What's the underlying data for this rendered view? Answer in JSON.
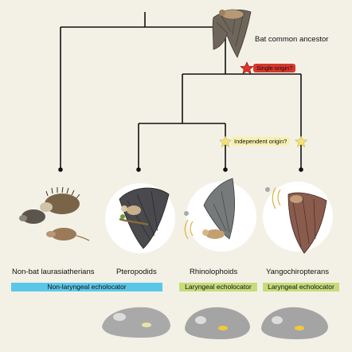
{
  "ancestor_label": "Bat common ancestor",
  "single_origin_label": "Single origin?",
  "independent_origin_label": "Independent origin?",
  "groups": [
    {
      "name": "Non-bat laurasiatherians"
    },
    {
      "name": "Pteropodids"
    },
    {
      "name": "Rhinolophoids"
    },
    {
      "name": "Yangochiropterans"
    }
  ],
  "echolocation_bars": [
    {
      "label": "Non-laryngeal echolocator",
      "color": "#5bc7e8"
    },
    {
      "label": "Laryngeal echolocator",
      "color": "#c6dc7a"
    },
    {
      "label": "Laryngeal echolocator",
      "color": "#c6dc7a"
    }
  ],
  "colors": {
    "background": "#f3f1e6",
    "tree_line": "#111111",
    "single_origin_star": "#d9362b",
    "independent_star": "#f3e27a",
    "single_origin_box": "#d9362b",
    "independent_box": "#f7f0b0"
  }
}
